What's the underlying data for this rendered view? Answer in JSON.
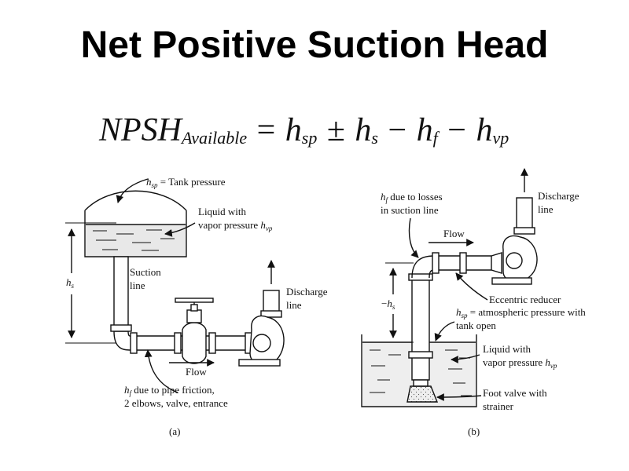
{
  "title": "Net Positive Suction Head",
  "formula": {
    "lhs_main": "NPSH",
    "lhs_sub": "Available",
    "eq": "=",
    "t1": "h",
    "t1_sub": "sp",
    "op1": "±",
    "t2": "h",
    "t2_sub": "s",
    "op2": "−",
    "t3": "h",
    "t3_sub": "f",
    "op3": "−",
    "t4": "h",
    "t4_sub": "vp"
  },
  "diagram_a": {
    "hsp_tank": {
      "sym": "h",
      "sub": "sp",
      "text": " = Tank pressure"
    },
    "liquid": {
      "line1": "Liquid with",
      "line2": "vapor pressure ",
      "sym": "h",
      "sub": "vp"
    },
    "hs": {
      "sym": "h",
      "sub": "s"
    },
    "suction_line": {
      "line1": "Suction",
      "line2": "line"
    },
    "discharge": {
      "line1": "Discharge",
      "line2": "line"
    },
    "flow": "Flow",
    "hf": {
      "sym": "h",
      "sub": "f",
      "line1": " due to pipe friction,",
      "line2": "2 elbows, valve, entrance"
    },
    "caption": "(a)"
  },
  "diagram_b": {
    "hf": {
      "sym": "h",
      "sub": "f",
      "line1": " due to losses",
      "line2": "in suction line"
    },
    "discharge": {
      "line1": "Discharge",
      "line2": "line"
    },
    "flow": "Flow",
    "hs": {
      "prefix": "−",
      "sym": "h",
      "sub": "s"
    },
    "reducer": "Eccentric reducer",
    "hsp": {
      "sym": "h",
      "sub": "sp",
      "line1": " = atmospheric pressure with",
      "line2": "tank open"
    },
    "liquid": {
      "line1": "Liquid with",
      "line2": "vapor pressure ",
      "sym": "h",
      "sub": "vp"
    },
    "foot": {
      "line1": "Foot valve with",
      "line2": "strainer"
    },
    "caption": "(b)"
  }
}
